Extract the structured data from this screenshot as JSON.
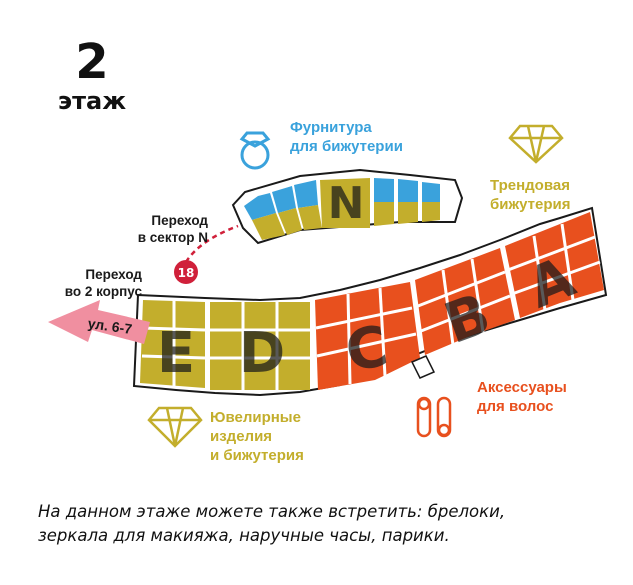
{
  "floor": {
    "number": "2",
    "word": "этаж"
  },
  "labels": {
    "furniture": [
      "Фурнитура",
      "для бижутерии"
    ],
    "trend": [
      "Трендовая",
      "бижутерия"
    ],
    "transition_n": [
      "Переход",
      "в сектор N"
    ],
    "transition_2": [
      "Переход",
      "во 2 корпус"
    ],
    "accessories": [
      "Аксессуары",
      "для волос"
    ],
    "jewelry": [
      "Ювелирные",
      "изделия",
      "и бижутерия"
    ]
  },
  "arrow_label": "ул. 6-7",
  "badge": "18",
  "zones": {
    "n": "N",
    "e": "E",
    "d": "D",
    "c": "C",
    "b": "B",
    "a": "A"
  },
  "footer": [
    "На данном этаже можете также встретить: брелоки,",
    "зеркала для макияжа, наручные часы, парики."
  ],
  "colors": {
    "blue": "#3aa2dc",
    "olive": "#c3ae2c",
    "orange": "#e8501e",
    "red": "#d0203a",
    "pink": "#f08fa0"
  },
  "icons": [
    "ring-icon",
    "diamond-icon",
    "hairclip-icon"
  ]
}
